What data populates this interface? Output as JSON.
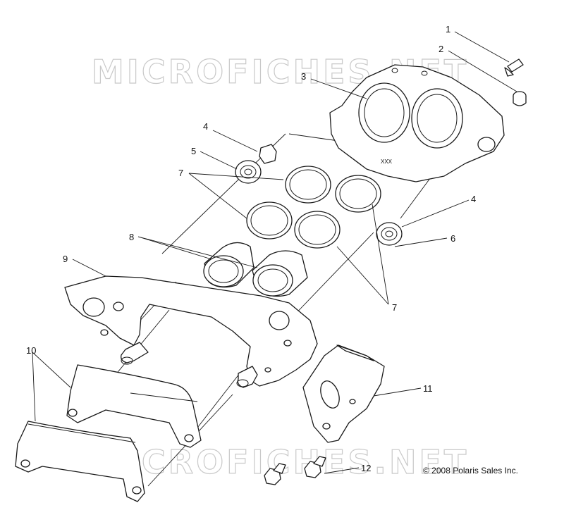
{
  "watermark": "MICROFICHES.NET",
  "copyright": "© 2008 Polaris Sales Inc.",
  "caliper_stamp": "XXX",
  "callouts": {
    "c1": "1",
    "c2": "2",
    "c3": "3",
    "c4a": "4",
    "c4b": "4",
    "c5": "5",
    "c6": "6",
    "c7a": "7",
    "c7b": "7",
    "c8": "8",
    "c9": "9",
    "c10": "10",
    "c11": "11",
    "c12": "12"
  }
}
